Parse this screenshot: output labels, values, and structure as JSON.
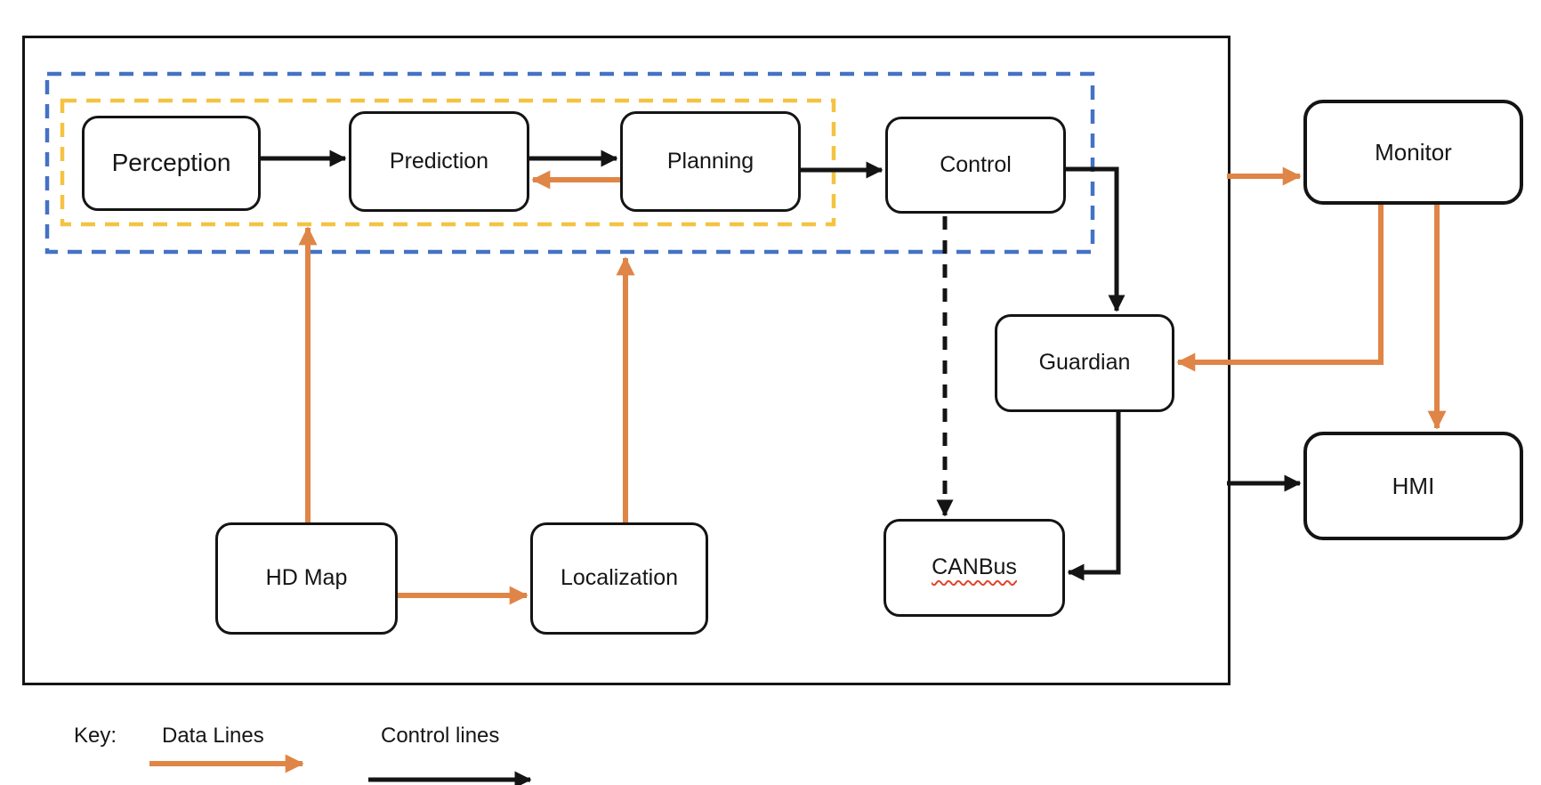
{
  "diagram": {
    "nodes": {
      "perception": {
        "label": "Perception"
      },
      "prediction": {
        "label": "Prediction"
      },
      "planning": {
        "label": "Planning"
      },
      "control": {
        "label": "Control"
      },
      "guardian": {
        "label": "Guardian"
      },
      "canbus": {
        "label": "CANBus"
      },
      "hdmap": {
        "label": "HD Map"
      },
      "localization": {
        "label": "Localization"
      },
      "monitor": {
        "label": "Monitor"
      },
      "hmi": {
        "label": "HMI"
      }
    },
    "groups": {
      "blue_dashed": {
        "color": "#4472C4",
        "contains": [
          "Perception",
          "Prediction",
          "Planning",
          "Control"
        ]
      },
      "yellow_dashed": {
        "color": "#F5C342",
        "contains": [
          "Perception",
          "Prediction",
          "Planning"
        ]
      }
    },
    "edges": [
      {
        "id": "perception-to-prediction",
        "from": "Perception",
        "to": "Prediction",
        "type": "control"
      },
      {
        "id": "prediction-to-planning",
        "from": "Prediction",
        "to": "Planning",
        "type": "control"
      },
      {
        "id": "planning-to-control",
        "from": "Planning",
        "to": "Control",
        "type": "control"
      },
      {
        "id": "control-to-guardian",
        "from": "Control",
        "to": "Guardian",
        "type": "control"
      },
      {
        "id": "control-to-canbus",
        "from": "Control",
        "to": "CANBus",
        "type": "control-dashed"
      },
      {
        "id": "guardian-to-canbus",
        "from": "Guardian",
        "to": "CANBus",
        "type": "control"
      },
      {
        "id": "system-to-hmi",
        "from": "system-box",
        "to": "HMI",
        "type": "control"
      },
      {
        "id": "planning-to-prediction",
        "from": "Planning",
        "to": "Prediction",
        "type": "data"
      },
      {
        "id": "hdmap-to-perception-group",
        "from": "HD Map",
        "to": "yellow-group",
        "type": "data"
      },
      {
        "id": "hdmap-to-localization",
        "from": "HD Map",
        "to": "Localization",
        "type": "data"
      },
      {
        "id": "localization-to-planning-group",
        "from": "Localization",
        "to": "blue-group",
        "type": "data"
      },
      {
        "id": "system-to-monitor",
        "from": "system-box",
        "to": "Monitor",
        "type": "data"
      },
      {
        "id": "monitor-to-guardian",
        "from": "Monitor",
        "to": "Guardian",
        "type": "data"
      },
      {
        "id": "monitor-to-hmi",
        "from": "Monitor",
        "to": "HMI",
        "type": "data"
      }
    ],
    "key": {
      "label": "Key:",
      "data_lines_label": "Data Lines",
      "control_lines_label": "Control lines"
    },
    "colors": {
      "data_line": "#DF8547",
      "control_line": "#141414",
      "group_outer_dashed": "#4472C4",
      "group_inner_dashed": "#F5C342",
      "spellcheck_underline": "#E0452E"
    }
  }
}
